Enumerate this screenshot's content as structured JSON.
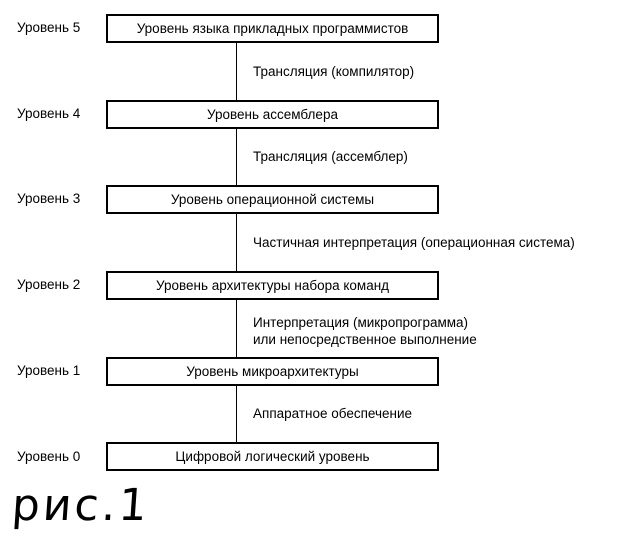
{
  "levels": [
    {
      "level_label": "Уровень 5",
      "box_label": "Уровень языка прикладных программистов"
    },
    {
      "level_label": "Уровень 4",
      "box_label": "Уровень ассемблера"
    },
    {
      "level_label": "Уровень 3",
      "box_label": "Уровень операционной системы"
    },
    {
      "level_label": "Уровень 2",
      "box_label": "Уровень архитектуры набора команд"
    },
    {
      "level_label": "Уровень 1",
      "box_label": "Уровень микроархитектуры"
    },
    {
      "level_label": "Уровень 0",
      "box_label": "Цифровой логический уровень"
    }
  ],
  "transitions": [
    {
      "line1": "Трансляция (компилятор)"
    },
    {
      "line1": "Трансляция (ассемблер)"
    },
    {
      "line1": "Частичная интерпретация (операционная система)"
    },
    {
      "line1": "Интерпретация (микропрограмма)",
      "line2": "или непосредственное выполнение"
    },
    {
      "line1": "Аппаратное обеспечение"
    }
  ],
  "caption": "рис.1"
}
